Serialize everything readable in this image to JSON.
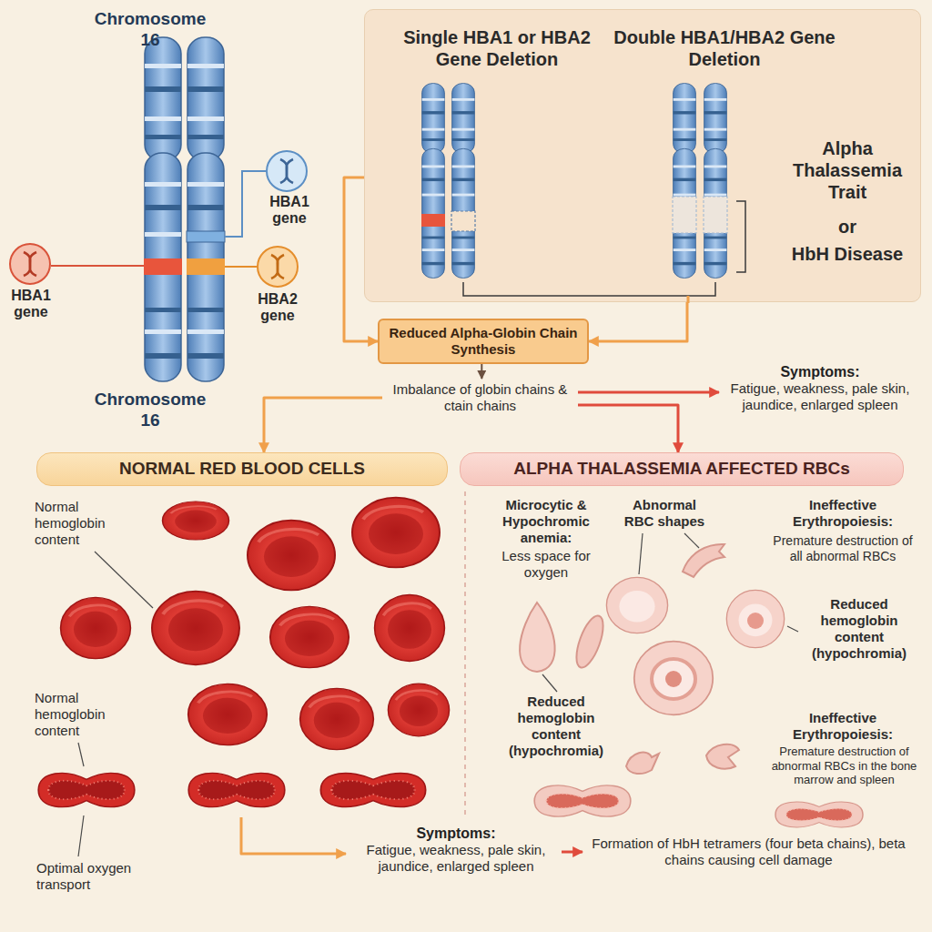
{
  "diagram": {
    "nodes": [
      {
        "text": [
          "Single HBA1 or HBA2 Gene Deletion",
          "Double HBA1/HBA2 Gene Deletion",
          "Alpha Thalassemia Trait",
          "or",
          "HbH Disease"
        ]
      },
      {
        "text": [
          "Reduced Alpha-Globin Chain Synthesis"
        ]
      },
      {
        "text": [
          "Imbalance of globin chains & ctain chains"
        ]
      },
      {
        "text": [
          "Symptoms:",
          "Fatigue, weakness, pale skin, jaundice, enlarged spleen"
        ]
      },
      {
        "text": [
          "NORMAL RED BLOOD CELLS"
        ]
      },
      {
        "text": [
          "ALPHA THALASSEMIA AFFECTED RBCs"
        ]
      },
      {
        "text": [
          "Symptoms:",
          "Fatigue, weakness, pale skin, jaundice, enlarged spleen"
        ]
      },
      {
        "text": [
          "Formation of HbH tetramers (four beta chains), beta chains causing cell damage"
        ]
      }
    ],
    "edges": [
      {
        "from": 0,
        "to": 1,
        "arrow": "to"
      },
      {
        "from": 0,
        "to": 1,
        "arrow": "to"
      },
      {
        "from": 1,
        "to": 2,
        "arrow": "to"
      },
      {
        "from": 2,
        "to": 3,
        "arrow": "to"
      },
      {
        "from": 2,
        "to": 4,
        "arrow": "to"
      },
      {
        "from": 2,
        "to": 5,
        "arrow": "to"
      },
      {
        "from": 6,
        "to": 7,
        "arrow": "to"
      }
    ],
    "labels": [
      "Chromosome 16",
      "HBA1 gene",
      "HBA1 gene",
      "HBA2 gene",
      "Chromosome 16",
      "Normal hemoglobin content",
      "Microcytic & Hypochromic anemia:",
      "Less space for oxygen",
      "Abnormal RBC shapes",
      "Ineffective Erythropoiesis:",
      "Premature destruction of all abnormal RBCs",
      "Reduced hemoglobin content (hypochromia)",
      "Normal hemoglobin content",
      "Reduced hemoglobin content (hypochromia)",
      "Ineffective Erythropoiesis:",
      "Premature destruction of abnormal RBCs in the bone marrow and spleen",
      "Optimal oxygen transport"
    ]
  }
}
